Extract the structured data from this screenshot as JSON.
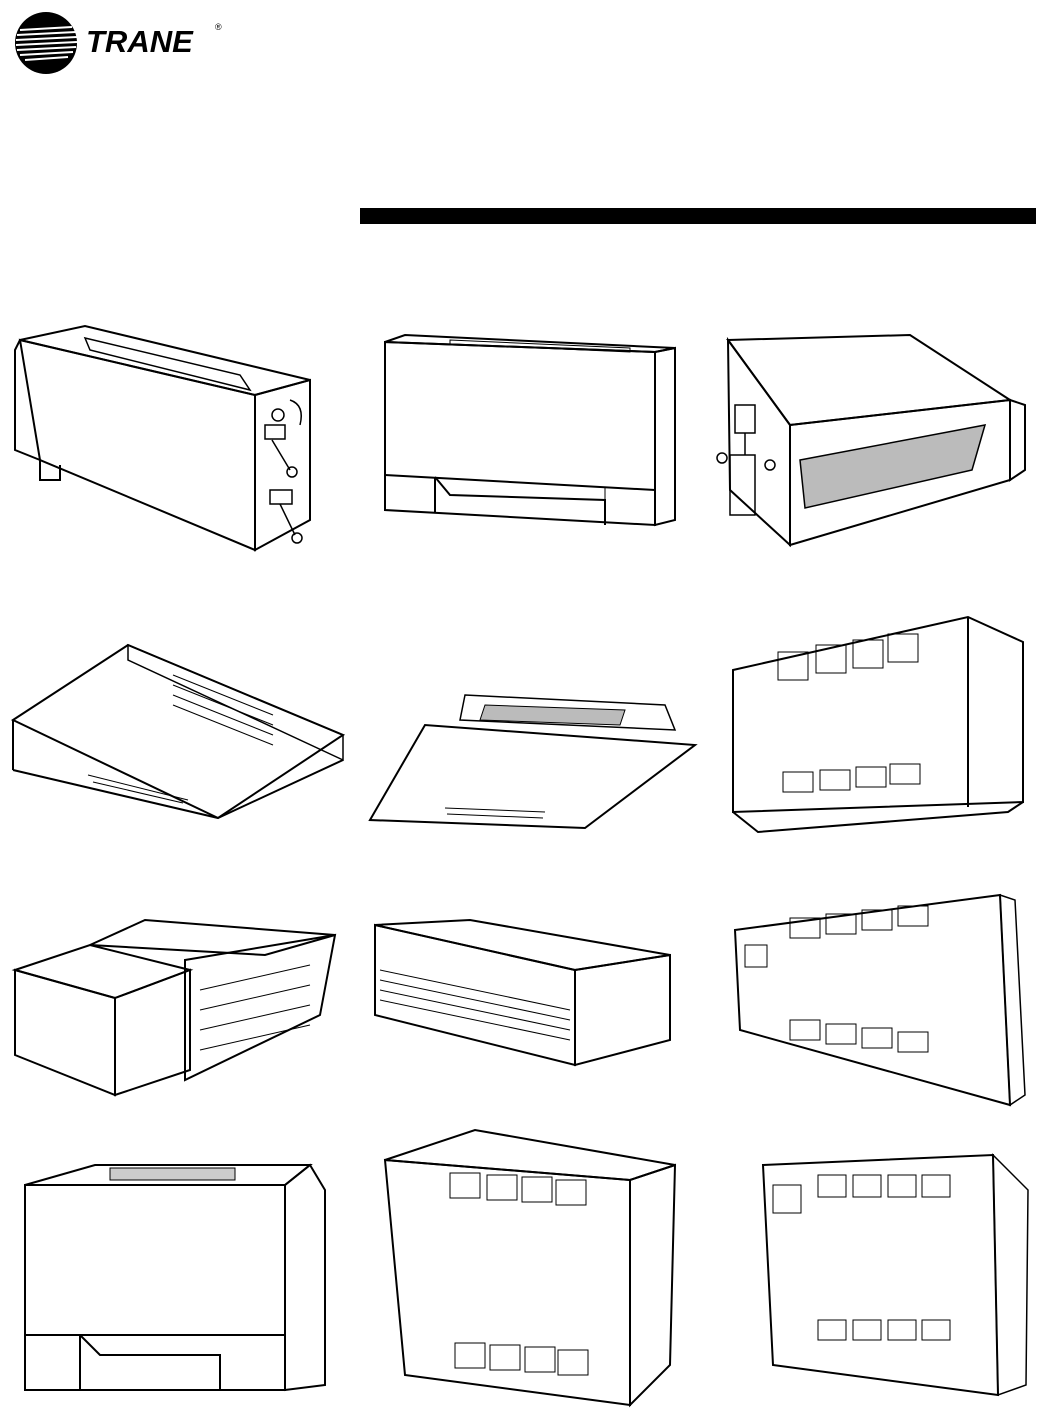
{
  "brand": {
    "name": "TRANE",
    "registered_mark": "®",
    "color": "#000000"
  },
  "illustrations": [
    {
      "name": "vertical-concealed-unit-with-piping",
      "icon": "fan-coil-unit-icon"
    },
    {
      "name": "vertical-cabinet-unit",
      "icon": "fan-coil-unit-icon"
    },
    {
      "name": "horizontal-concealed-unit-with-filter",
      "icon": "fan-coil-unit-icon"
    },
    {
      "name": "horizontal-cabinet-unit-front-grille",
      "icon": "fan-coil-unit-icon"
    },
    {
      "name": "ceiling-recessed-unit",
      "icon": "fan-coil-unit-icon"
    },
    {
      "name": "wall-cabinet-unit-louvered",
      "icon": "fan-coil-unit-icon"
    },
    {
      "name": "vertical-concealed-unit-with-plenum",
      "icon": "fan-coil-unit-icon"
    },
    {
      "name": "low-vertical-cabinet-unit",
      "icon": "fan-coil-unit-icon"
    },
    {
      "name": "recessed-wall-unit-with-access-panel",
      "icon": "fan-coil-unit-icon"
    },
    {
      "name": "vertical-cabinet-top-outlet-unit",
      "icon": "fan-coil-unit-icon"
    },
    {
      "name": "wall-cabinet-unit-slant",
      "icon": "fan-coil-unit-icon"
    },
    {
      "name": "recessed-wall-unit-flush",
      "icon": "fan-coil-unit-icon"
    }
  ]
}
